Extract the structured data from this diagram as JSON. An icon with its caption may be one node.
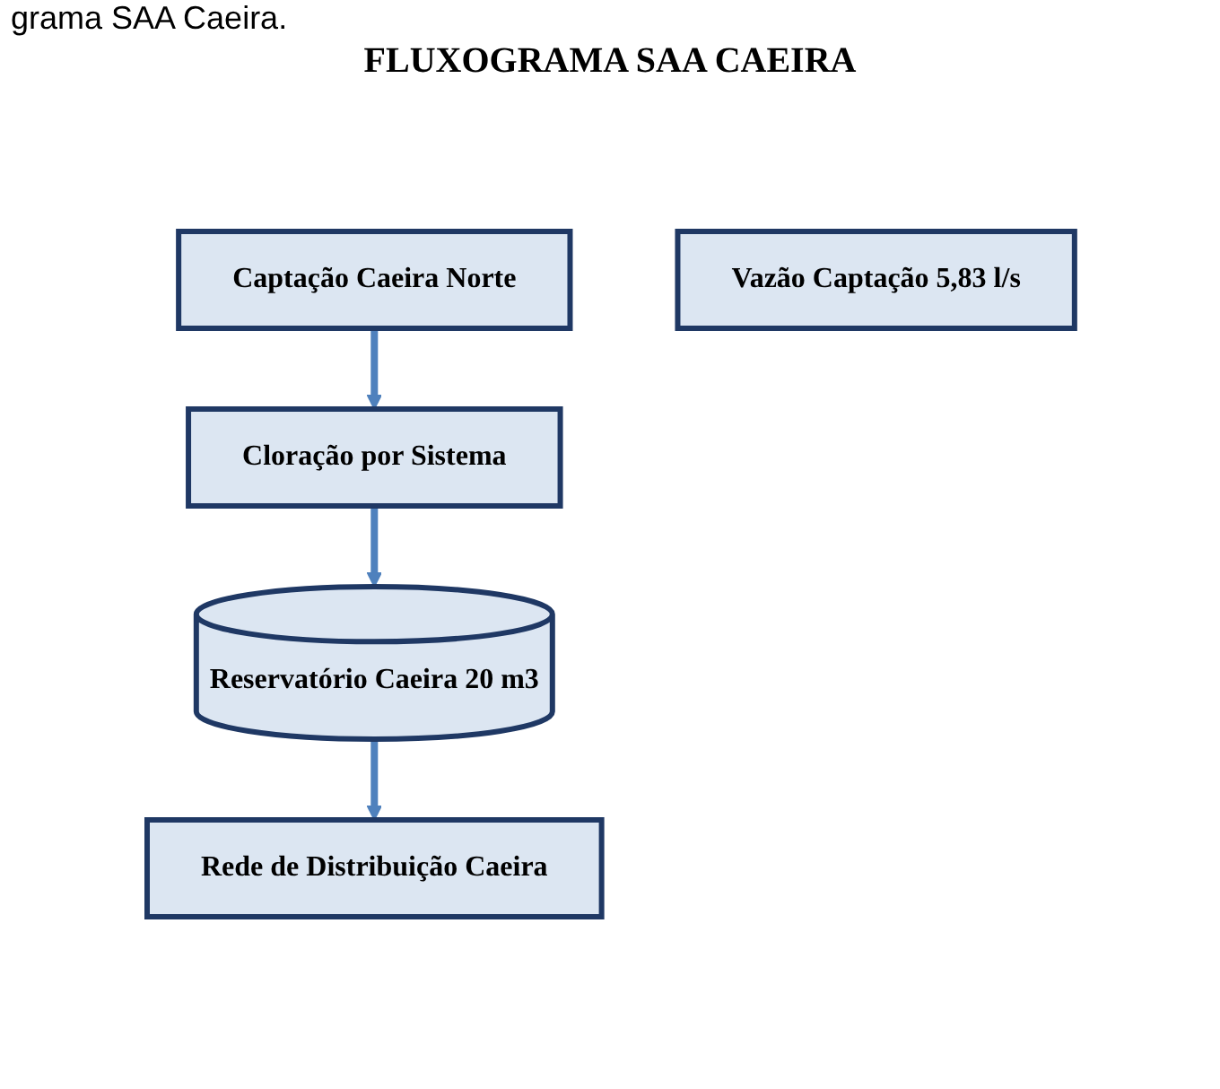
{
  "diagram": {
    "title": "FLUXOGRAMA SAA CAEIRA",
    "caption": "grama SAA Caeira.",
    "nodes": [
      {
        "text": [
          "Captação Caeira Norte"
        ]
      },
      {
        "text": [
          "Cloração por Sistema"
        ]
      },
      {
        "text": [
          "Reservatório Caeira 20 m3"
        ]
      },
      {
        "text": [
          "Rede de Distribuição Caeira"
        ]
      },
      {
        "text": [
          "Vazão Captação 5,83 l/s"
        ]
      }
    ],
    "edges": [
      {
        "from": 0,
        "to": 1,
        "arrow": "to"
      },
      {
        "from": 1,
        "to": 2,
        "arrow": "to"
      },
      {
        "from": 2,
        "to": 3,
        "arrow": "to"
      }
    ]
  }
}
